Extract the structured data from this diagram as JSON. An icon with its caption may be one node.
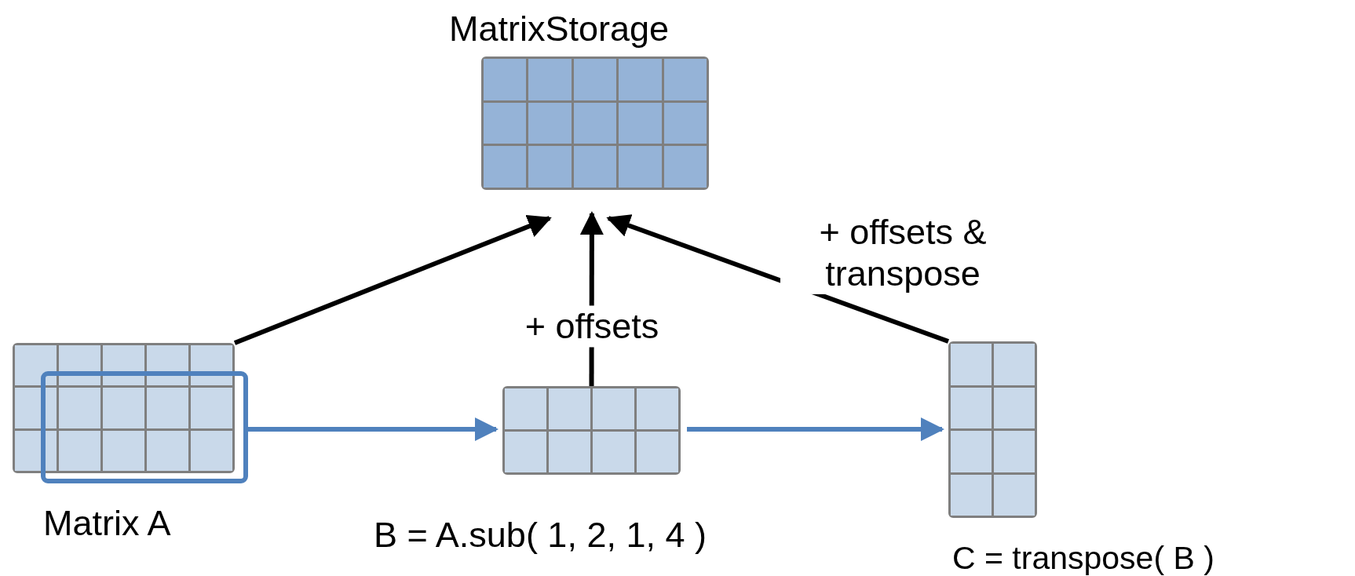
{
  "diagram": {
    "nodes": [
      {
        "text": [
          "MatrixStorage"
        ]
      },
      {
        "text": [
          "Matrix A"
        ]
      },
      {
        "text": [],
        "shape": "box"
      },
      {
        "text": [
          "B = A.sub( 1, 2, 1, 4 )"
        ]
      },
      {
        "text": [
          "C = transpose( B )"
        ]
      }
    ],
    "edges": [
      {
        "from": 1,
        "to": 0,
        "arrow": "to"
      },
      {
        "from": 3,
        "to": 0,
        "arrow": "to",
        "label": "+ offsets"
      },
      {
        "from": 4,
        "to": 0,
        "arrow": "to",
        "label": "+ offsets & transpose"
      },
      {
        "from": 2,
        "to": 3,
        "arrow": "to",
        "color": "#4f81bd"
      },
      {
        "from": 3,
        "to": 4,
        "arrow": "to",
        "color": "#4f81bd"
      }
    ]
  }
}
